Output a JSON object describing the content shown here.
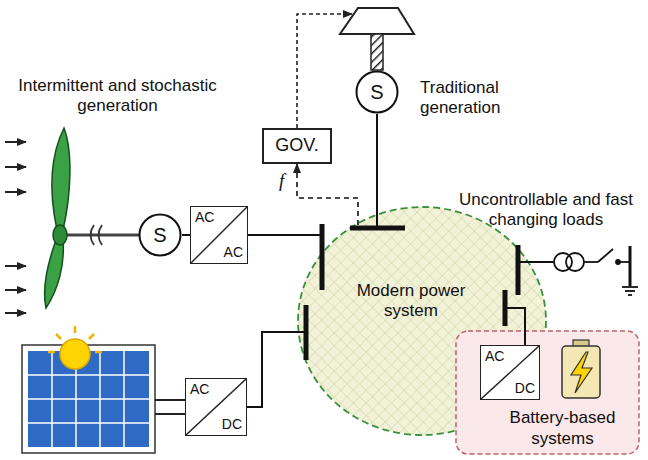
{
  "diagram": {
    "nodes": [
      {
        "text": [
          "S"
        ]
      },
      {
        "text": [
          "GOV."
        ]
      },
      {
        "text": [
          "S"
        ]
      },
      {
        "text": [
          "AC",
          "AC"
        ]
      },
      {
        "text": [
          "Modern power system"
        ]
      },
      {
        "text": [
          "AC",
          "DC"
        ]
      },
      {
        "text": [
          "Battery-based systems"
        ]
      },
      {
        "text": [
          "AC",
          "DC"
        ],
        "in": 6
      }
    ],
    "edges": [
      {
        "from": 2,
        "to": 3,
        "arrow": "none"
      },
      {
        "from": 3,
        "to": 4,
        "arrow": "none"
      },
      {
        "from": 5,
        "to": 4,
        "arrow": "none"
      },
      {
        "from": 0,
        "to": 4,
        "arrow": "none"
      },
      {
        "from": 4,
        "to": 1,
        "label": "f",
        "arrow": "to"
      },
      {
        "from": 7,
        "to": 4,
        "arrow": "none"
      }
    ],
    "labels": [
      "Traditional generation",
      "Intermittent and stochastic generation",
      "Uncontrollable and fast changing loads"
    ]
  }
}
